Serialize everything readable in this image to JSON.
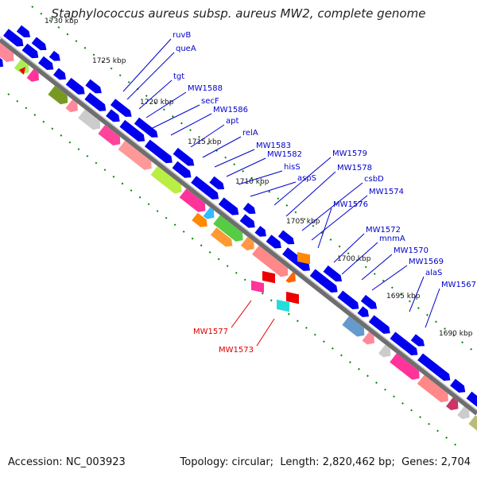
{
  "title": "Staphylococcus aureus subsp. aureus MW2, complete genome",
  "footer": {
    "accession_label": "Accession:",
    "accession": "NC_003923",
    "topology_label": "Topology:",
    "topology": "circular",
    "length_label": "Length:",
    "length": "2,820,462 bp",
    "genes_label": "Genes:",
    "genes": "2,704"
  },
  "colors": {
    "background": "#ffffff",
    "backbone": "#808080",
    "strand_arrow": "#0000ee",
    "label_blue": "#0000cc",
    "label_red": "#dd0000",
    "tick_green": "#008800"
  },
  "scale_ticks": [
    {
      "label": "1730 kbp"
    },
    {
      "label": "1725 kbp"
    },
    {
      "label": "1720 kbp"
    },
    {
      "label": "1715 kbp"
    },
    {
      "label": "1710 kbp"
    },
    {
      "label": "1705 kbp"
    },
    {
      "label": "1700 kbp"
    },
    {
      "label": "1695 kbp"
    },
    {
      "label": "1690 kbp"
    }
  ],
  "gene_labels_blue": [
    {
      "name": "ruvB"
    },
    {
      "name": "queA"
    },
    {
      "name": "tgt"
    },
    {
      "name": "MW1588"
    },
    {
      "name": "secF"
    },
    {
      "name": "MW1586"
    },
    {
      "name": "apt"
    },
    {
      "name": "relA"
    },
    {
      "name": "MW1583"
    },
    {
      "name": "MW1582"
    },
    {
      "name": "hisS"
    },
    {
      "name": "aspS"
    },
    {
      "name": "MW1579"
    },
    {
      "name": "MW1578"
    },
    {
      "name": "csbD"
    },
    {
      "name": "MW1574"
    },
    {
      "name": "MW1576"
    },
    {
      "name": "MW1572"
    },
    {
      "name": "mnmA"
    },
    {
      "name": "MW1570"
    },
    {
      "name": "MW1569"
    },
    {
      "name": "alaS"
    },
    {
      "name": "MW1567"
    }
  ],
  "gene_labels_red": [
    {
      "name": "MW1577"
    },
    {
      "name": "MW1573"
    }
  ]
}
